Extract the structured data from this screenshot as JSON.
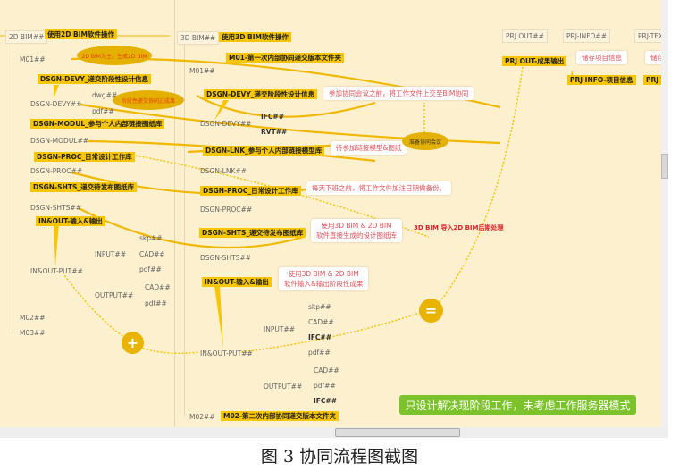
{
  "left": {
    "root": "2D BIM##",
    "root_label": "使用2D BIM软件操作",
    "oval1": "2D BIM为主，生成2D BIM",
    "m01": "M01##",
    "devy_label": "DSGN-DEVY_递交阶段性设计信息",
    "devy": "DSGN-DEVY##",
    "dwg": "dwg##",
    "pdf": "pdf##",
    "oval2": "阶段性递交协同过成果",
    "modul_label": "DSGN-MODUL_参与个人内部链接图纸库",
    "modul": "DSGN-MODUL##",
    "proc_label": "DSGN-PROC_日常设计工作库",
    "proc": "DSGN-PROC##",
    "shts_label": "DSGN-SHTS_递交待发布图纸库",
    "shts": "DSGN-SHTS##",
    "io_label": "IN&OUT-输入&输出",
    "io": "IN&OUT-PUT##",
    "input": "INPUT##",
    "skp": "skp##",
    "cad": "CAD##",
    "pdf2": "pdf##",
    "output": "OUTPUT##",
    "ocad": "CAD##",
    "opdf": "pdf##",
    "m02": "M02##",
    "m03": "M03##",
    "plus": "+"
  },
  "mid": {
    "root": "3D BIM##",
    "root_label": "使用3D BIM软件操作",
    "m01_label": "M01-第一次内部协同递交版本文件夹",
    "m01": "M01##",
    "devy_label": "DSGN-DEVY_递交阶段性设计信息",
    "devy_note": "参加协同会议之前，将工作文件上交至BIM协同",
    "devy": "DSGN-DEVY##",
    "ifc": "IFC##",
    "rvt": "RVT##",
    "lnk_label": "DSGN-LNK_参与个人内部链接模型库",
    "lnk_note": "待参加链接模型&图纸",
    "oval": "准备协同会议",
    "lnk": "DSGN-LNK##",
    "proc_label": "DSGN-PROC_日常设计工作库",
    "proc_note": "每天下班之前，将工作文件加注日期做备份。",
    "proc": "DSGN-PROC##",
    "shts_label": "DSGN-SHTS_递交待发布图纸库",
    "shts_note1": "使用3D BIM & 2D BIM",
    "shts_note2": "软件直接生成的设计图纸库",
    "shts_red": "3D BIM 导入2D BIM后期处理",
    "shts": "DSGN-SHTS##",
    "io_label": "IN&OUT-输入&输出",
    "io_note1": "使用3D BIM & 2D BIM",
    "io_note2": "软件输入&输出阶段性成果",
    "io": "IN&OUT-PUT##",
    "input": "INPUT##",
    "skp": "skp##",
    "cad": "CAD##",
    "pdf": "pdf##",
    "output": "OUTPUT##",
    "ocad": "CAD##",
    "opdf": "pdf##",
    "oifc": "IFC##",
    "m02": "M02##",
    "m02_label": "M02-第二次内部协同递交版本文件夹",
    "equal": "="
  },
  "right": {
    "out": "PRJ OUT##",
    "out_label": "PRJ OUT-成果输出",
    "info": "PRJ-INFO##",
    "info_note": "储存项目信息",
    "info_label": "PRJ INFO-项目信息",
    "tex": "PRJ-TEX",
    "tex_note": "储存",
    "tex_label": "PRJ T"
  },
  "banner": "只设计解决现阶段工作，未考虑工作服务器模式",
  "caption": "图 3  协同流程图截图",
  "colors": {
    "background": "#fdf0cf",
    "highlight": "#f7c600",
    "connector": "#f0b800",
    "note_text": "#e0505a",
    "banner": "#7cc22a"
  }
}
